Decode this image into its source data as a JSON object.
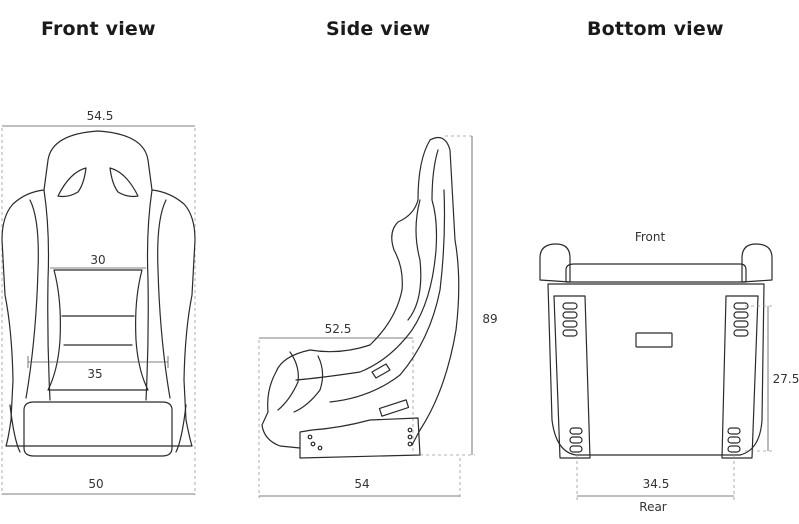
{
  "titles": {
    "front": "Front view",
    "side": "Side view",
    "bottom": "Bottom view"
  },
  "front": {
    "top_width": "54.5",
    "upper_inner": "30",
    "lower_inner": "35",
    "bottom_width": "50"
  },
  "side": {
    "depth_top": "52.5",
    "height": "89",
    "depth_bottom": "54"
  },
  "bottom": {
    "front_label": "Front",
    "rear_label": "Rear",
    "rail_length": "27.5",
    "rail_spacing": "34.5"
  }
}
